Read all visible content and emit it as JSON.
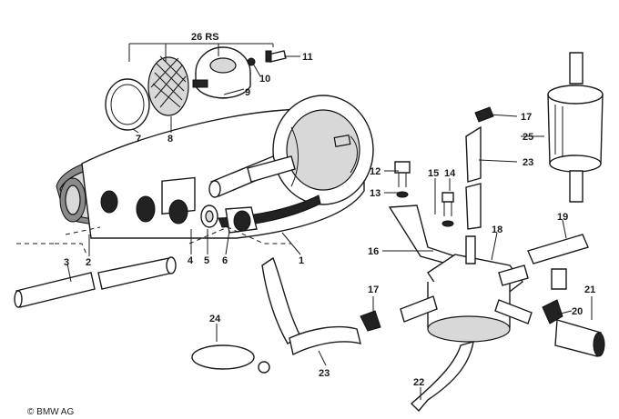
{
  "callouts": [
    {
      "id": "26rs",
      "text": "26 RS"
    },
    {
      "id": "11",
      "text": "11"
    },
    {
      "id": "10",
      "text": "10"
    },
    {
      "id": "9",
      "text": "9"
    },
    {
      "id": "8",
      "text": "8"
    },
    {
      "id": "7",
      "text": "7"
    },
    {
      "id": "17a",
      "text": "17"
    },
    {
      "id": "25",
      "text": "25"
    },
    {
      "id": "23a",
      "text": "23"
    },
    {
      "id": "12",
      "text": "12"
    },
    {
      "id": "13",
      "text": "13"
    },
    {
      "id": "15",
      "text": "15"
    },
    {
      "id": "14",
      "text": "14"
    },
    {
      "id": "18",
      "text": "18"
    },
    {
      "id": "19",
      "text": "19"
    },
    {
      "id": "16",
      "text": "16"
    },
    {
      "id": "3",
      "text": "3"
    },
    {
      "id": "2",
      "text": "2"
    },
    {
      "id": "4",
      "text": "4"
    },
    {
      "id": "5",
      "text": "5"
    },
    {
      "id": "6",
      "text": "6"
    },
    {
      "id": "1",
      "text": "1"
    },
    {
      "id": "17b",
      "text": "17"
    },
    {
      "id": "21",
      "text": "21"
    },
    {
      "id": "20",
      "text": "20"
    },
    {
      "id": "24",
      "text": "24"
    },
    {
      "id": "23b",
      "text": "23"
    },
    {
      "id": "22",
      "text": "22"
    }
  ],
  "copyright": "© BMW AG",
  "colors": {
    "ink": "#1a1a1a",
    "background": "#ffffff"
  }
}
